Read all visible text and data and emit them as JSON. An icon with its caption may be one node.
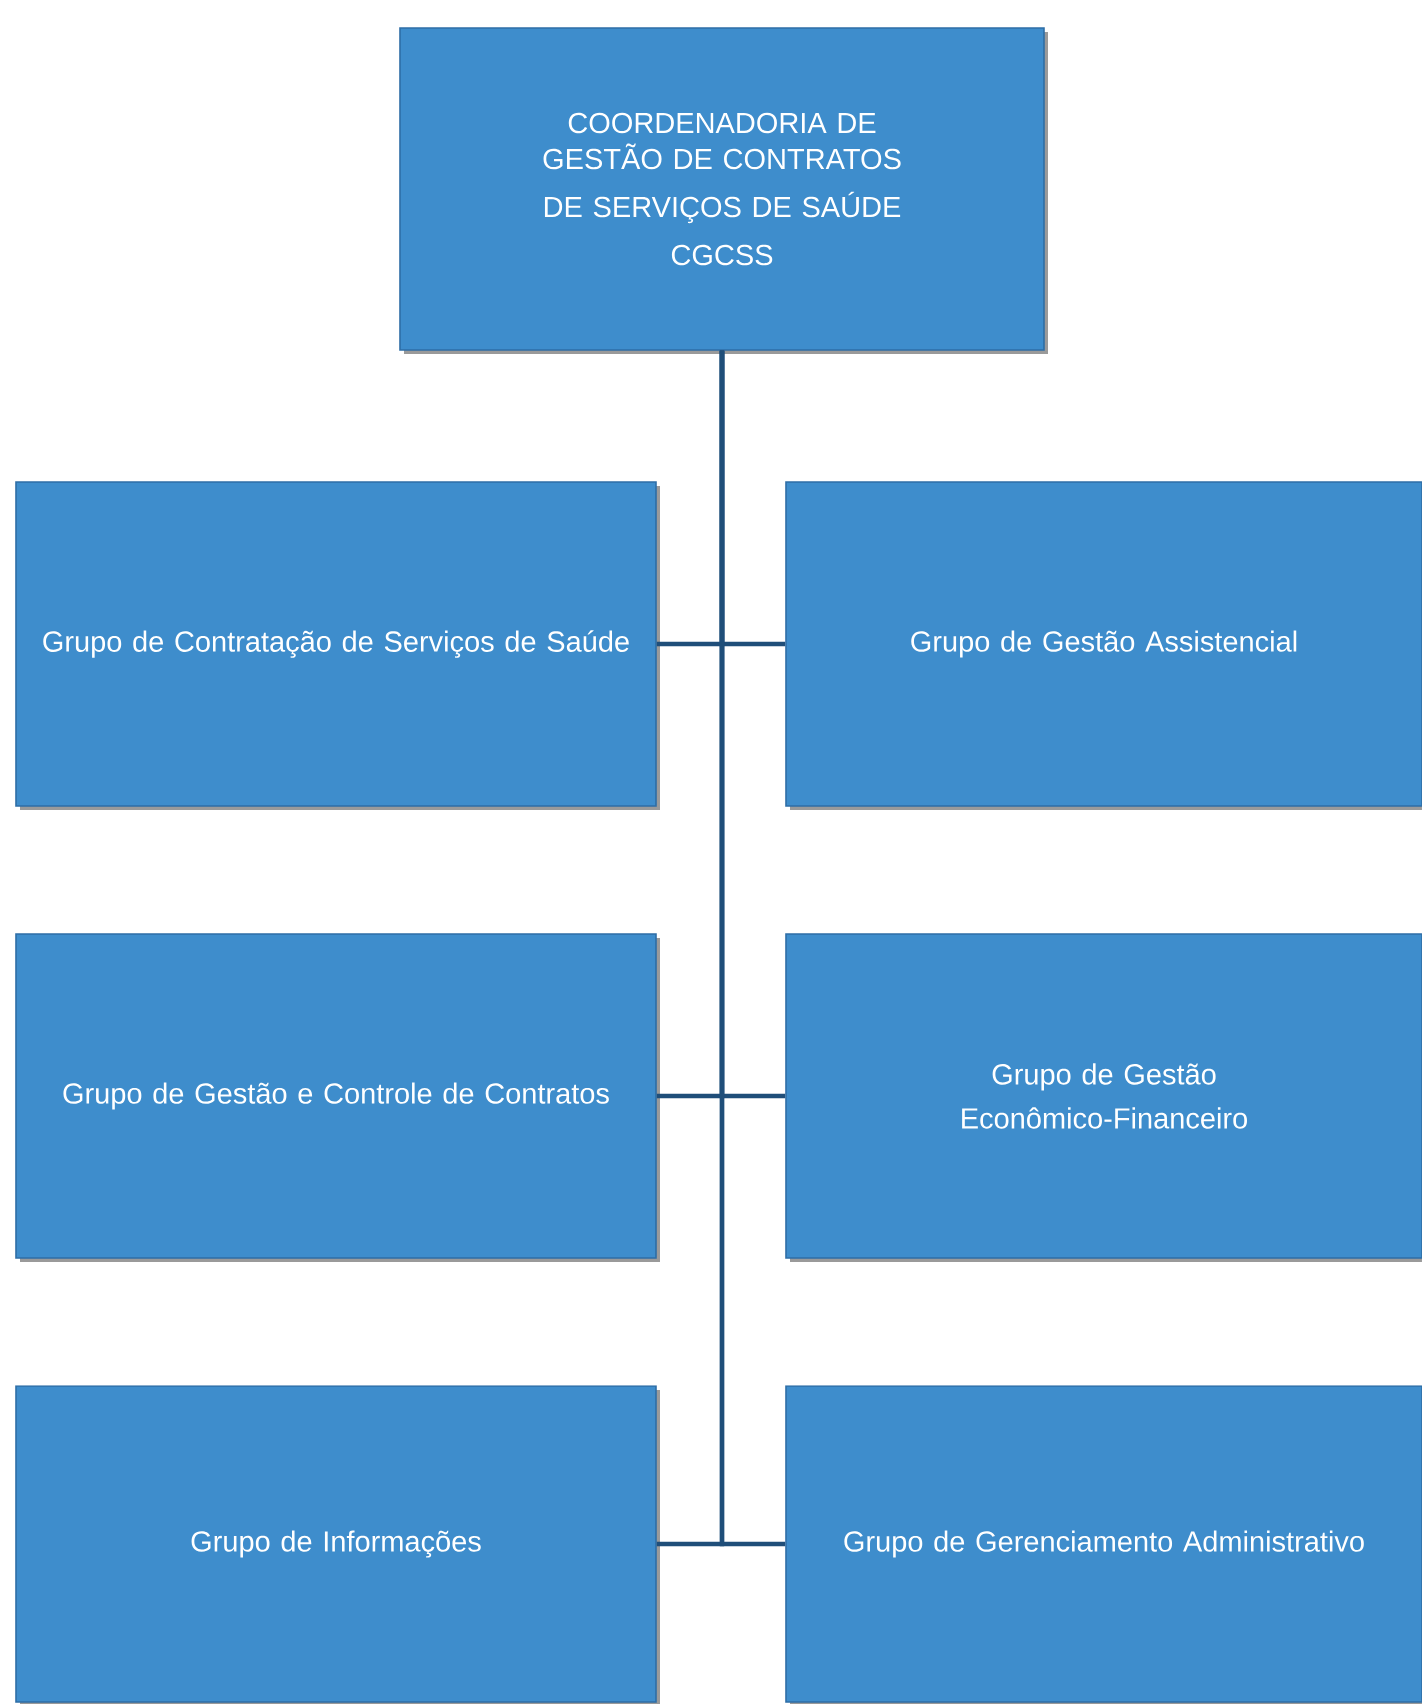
{
  "diagram": {
    "nodes": [
      {
        "text": [
          "COORDENADORIA DE GESTÃO DE CONTRATOS",
          "DE SERVIÇOS DE SAÚDE",
          "CGCSS"
        ]
      },
      {
        "text": [
          "Grupo de Contratação de Serviços de Saúde"
        ]
      },
      {
        "text": [
          "Grupo de Gestão Assistencial"
        ]
      },
      {
        "text": [
          "Grupo de Gestão e Controle de Contratos"
        ]
      },
      {
        "text": [
          "Grupo de Gestão",
          "Econômico-Financeiro"
        ]
      },
      {
        "text": [
          "Grupo de Informações"
        ]
      },
      {
        "text": [
          "Grupo de Gerenciamento Administrativo"
        ]
      }
    ],
    "edges": [
      {
        "from": 0,
        "to": 1,
        "arrow": "none"
      },
      {
        "from": 0,
        "to": 2,
        "arrow": "none"
      },
      {
        "from": 0,
        "to": 3,
        "arrow": "none"
      },
      {
        "from": 0,
        "to": 4,
        "arrow": "none"
      },
      {
        "from": 0,
        "to": 5,
        "arrow": "none"
      },
      {
        "from": 0,
        "to": 6,
        "arrow": "none"
      }
    ]
  }
}
